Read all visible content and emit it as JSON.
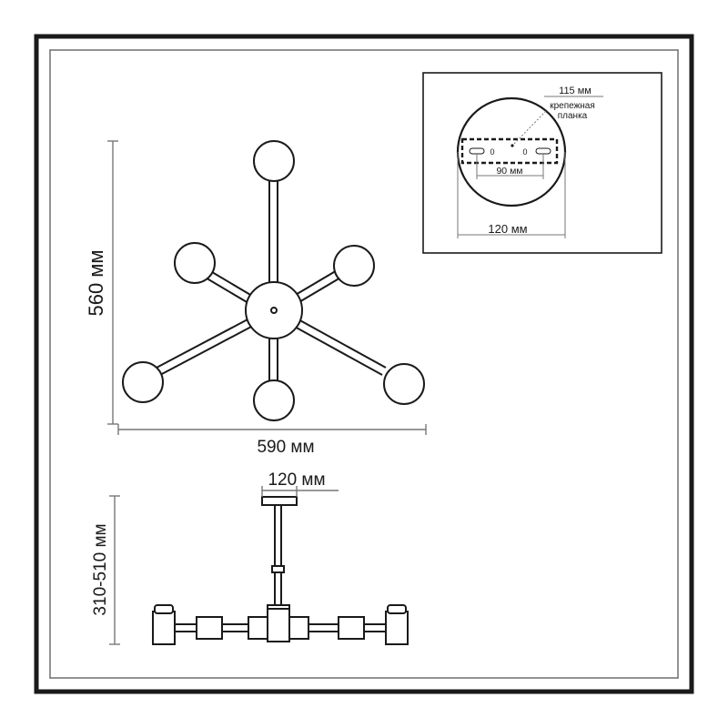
{
  "top_view": {
    "height_label": "560 мм",
    "width_label": "590 мм"
  },
  "side_view": {
    "canopy_label": "120 мм",
    "height_range_label": "310-510 мм"
  },
  "inset": {
    "bracket_length_label": "115 мм",
    "bracket_name_line1": "крепежная",
    "bracket_name_line2": "планка",
    "hole_spacing_label": "90 мм",
    "canopy_diameter_label": "120 мм",
    "hole_mark_left": "0",
    "hole_mark_right": "0"
  },
  "colors": {
    "line": "#1a1a1a",
    "frame_gray": "#777777"
  }
}
